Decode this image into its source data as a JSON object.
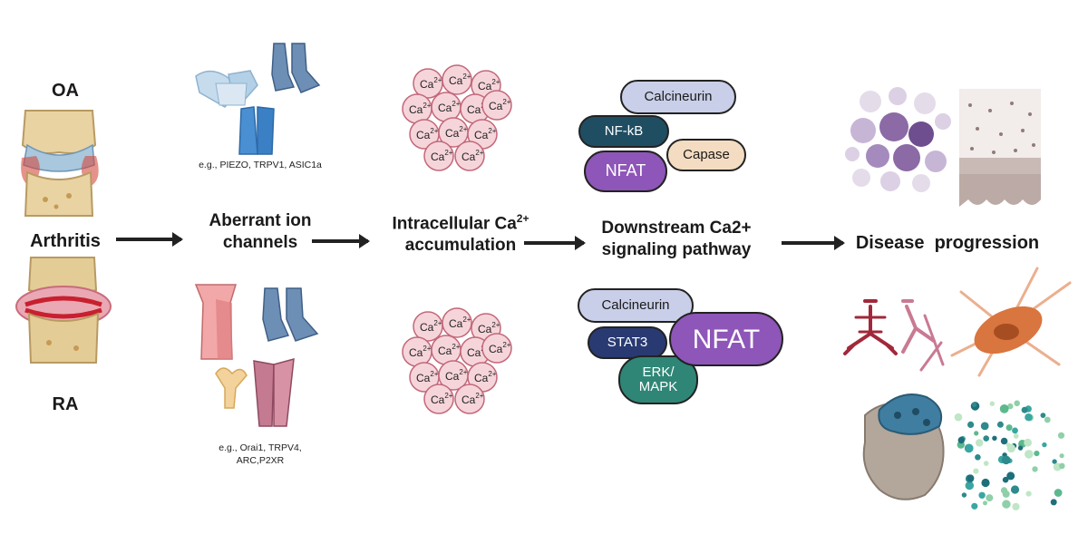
{
  "left": {
    "oa": "OA",
    "arthritis": "Arthritis",
    "ra": "RA"
  },
  "channels": {
    "title": "Aberrant ion\nchannels",
    "examples_top": "e.g., PIEZO, TRPV1, ASIC1a",
    "examples_bottom": "e.g., Orai1, TRPV4,\nARC,P2XR"
  },
  "calcium": {
    "title_main": "Intracellular Ca",
    "title_sup": "2+",
    "title_line2": "accumulation",
    "ion_base": "Ca",
    "ion_sup": "2+"
  },
  "pathway": {
    "title": "Downstream Ca2+\nsignaling pathway",
    "top": {
      "calcineurin": "Calcineurin",
      "nfkb": "NF-kB",
      "capase": "Capase",
      "nfat": "NFAT"
    },
    "bottom": {
      "calcineurin": "Calcineurin",
      "stat3": "STAT3",
      "nfat": "NFAT",
      "erk": "ERK/\nMAPK"
    }
  },
  "disease": {
    "title": "Disease  progression"
  },
  "colors": {
    "calcineurin": "#c9cfe8",
    "nfkb": "#1f4e63",
    "nfat": "#8e56b8",
    "capase": "#f3dcc1",
    "stat3": "#293a72",
    "erk": "#2f8676",
    "ion_fill": "#f6d5da",
    "ion_stroke": "#c2687a"
  }
}
